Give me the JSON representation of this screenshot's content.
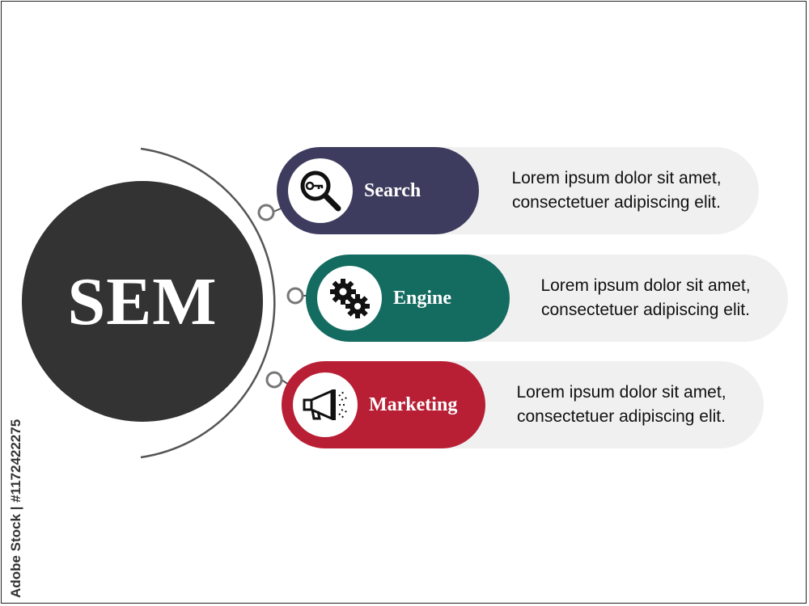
{
  "hub": {
    "label": "SEM",
    "color": "#333333"
  },
  "items": [
    {
      "label": "Search",
      "color": "#3e3c5e",
      "icon": "magnifier-key-icon",
      "line1": "Lorem ipsum dolor sit amet,",
      "line2": "consectetuer adipiscing elit."
    },
    {
      "label": "Engine",
      "color": "#146b60",
      "icon": "gears-icon",
      "line1": "Lorem ipsum dolor sit amet,",
      "line2": "consectetuer adipiscing elit."
    },
    {
      "label": "Marketing",
      "color": "#b81e34",
      "icon": "megaphone-icon",
      "line1": "Lorem ipsum dolor sit amet,",
      "line2": "consectetuer adipiscing elit."
    }
  ],
  "watermark": "Adobe Stock | #1172422275"
}
